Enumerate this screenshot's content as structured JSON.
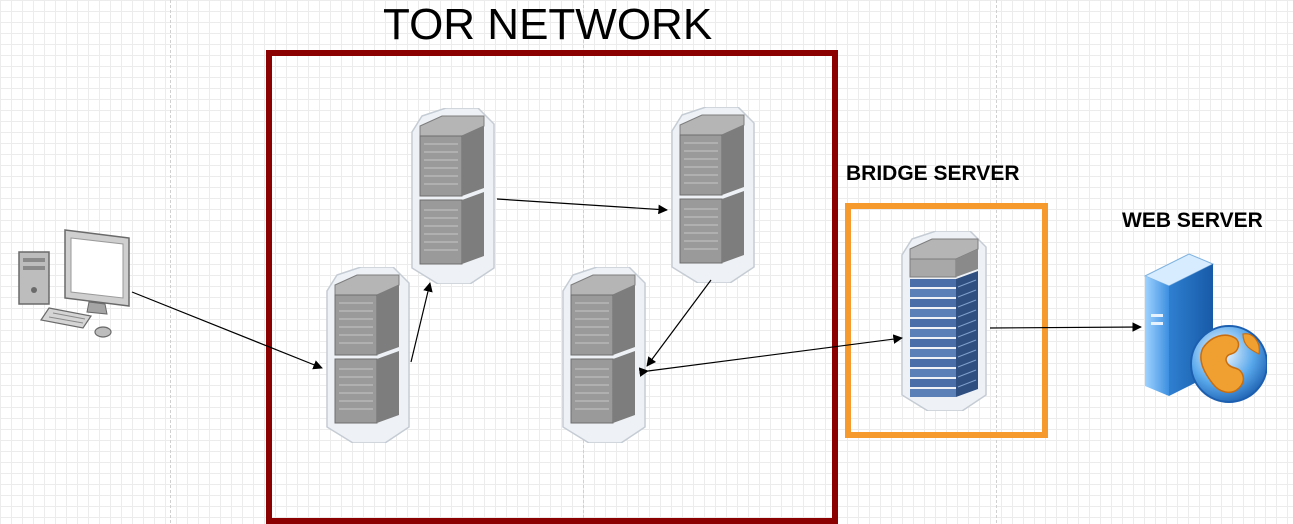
{
  "diagram": {
    "title": "TOR NETWORK",
    "labels": {
      "bridge": "BRIDGE SERVER",
      "web": "WEB SERVER"
    },
    "colors": {
      "tor_border": "#8b0000",
      "bridge_border": "#f79a2e",
      "rack_body": "#9a9a9a",
      "bridge_rack": "#4a6fa8",
      "web_server": "#2f8ee8",
      "globe": "#f0a030"
    },
    "nodes": [
      {
        "id": "client",
        "icon": "desktop-computer-icon"
      },
      {
        "id": "relay-1",
        "icon": "server-rack-icon"
      },
      {
        "id": "relay-2",
        "icon": "server-rack-icon"
      },
      {
        "id": "relay-3",
        "icon": "server-rack-icon"
      },
      {
        "id": "relay-4",
        "icon": "server-rack-icon"
      },
      {
        "id": "bridge",
        "icon": "bridge-server-rack-icon"
      },
      {
        "id": "web",
        "icon": "web-server-globe-icon"
      }
    ],
    "edges": [
      {
        "from": "client",
        "to": "relay-1"
      },
      {
        "from": "relay-1",
        "to": "relay-2"
      },
      {
        "from": "relay-2",
        "to": "relay-3"
      },
      {
        "from": "relay-3",
        "to": "relay-4"
      },
      {
        "from": "relay-4",
        "to": "bridge"
      },
      {
        "from": "bridge",
        "to": "relay-4"
      },
      {
        "from": "bridge",
        "to": "web"
      }
    ]
  }
}
